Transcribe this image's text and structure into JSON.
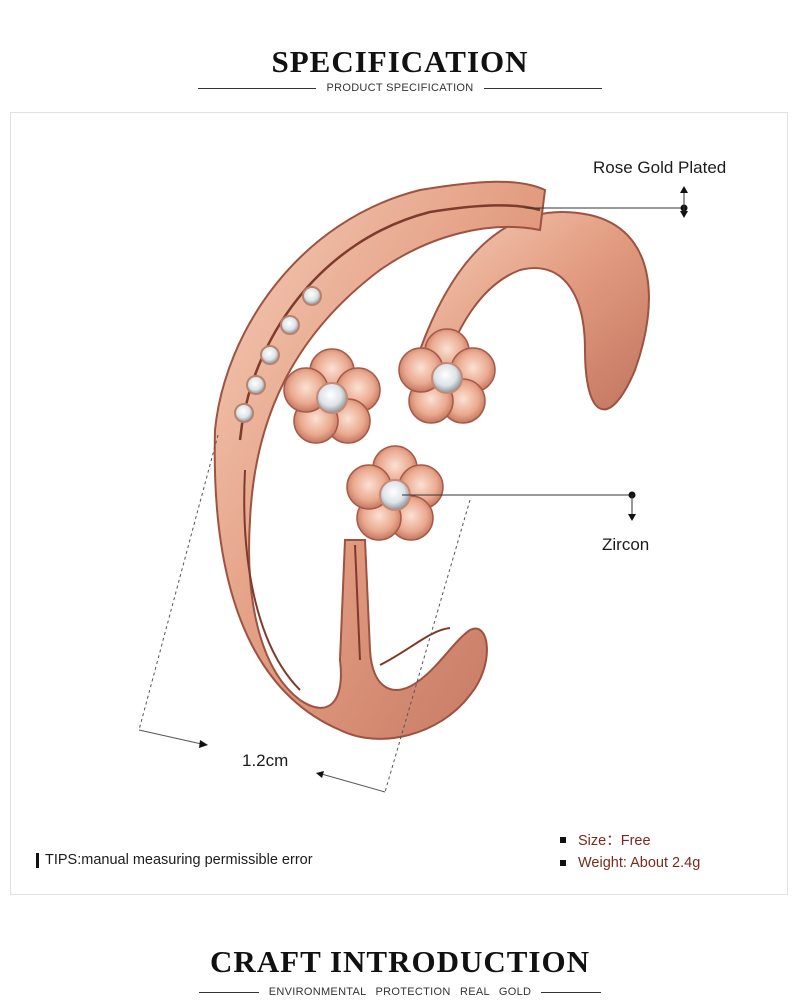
{
  "header": {
    "title": "SPECIFICATION",
    "subtitle": "PRODUCT SPECIFICATION"
  },
  "product": {
    "image_alt": "rose gold double band open ring with three zircon flowers",
    "colors": {
      "rose_gold": "#e4a287",
      "rose_gold_dark": "#9c5341",
      "rose_gold_light": "#f7d6c6",
      "zircon": "#eef2f5"
    },
    "callouts": {
      "plating": "Rose Gold Plated",
      "stone": "Zircon",
      "width": "1.2cm"
    }
  },
  "tips": "TIPS:manual measuring permissible error",
  "specs": [
    "Size：Free",
    "Weight: About 2.4g"
  ],
  "craft": {
    "title": "CRAFT INTRODUCTION",
    "subtitle": "ENVIRONMENTAL PROTECTION  REAL GOLD"
  }
}
